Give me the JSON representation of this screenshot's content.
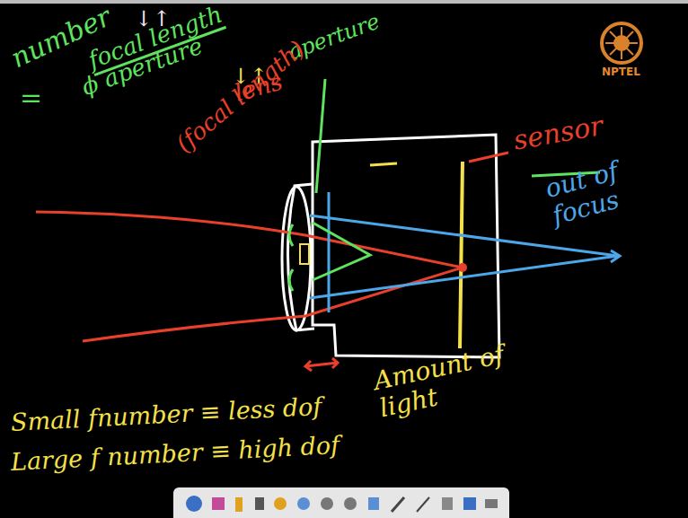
{
  "diagram": {
    "labels": [
      "number",
      "↓↑",
      "=",
      "focal length",
      "ϕ aperture",
      "↓↑",
      "aperture",
      "lens",
      "(focal length)",
      "sensor",
      "out of focus",
      "Small fnumber ≡ less dof",
      "Large f number ≡ high dof",
      "Amount of light",
      "NPTEL"
    ]
  }
}
